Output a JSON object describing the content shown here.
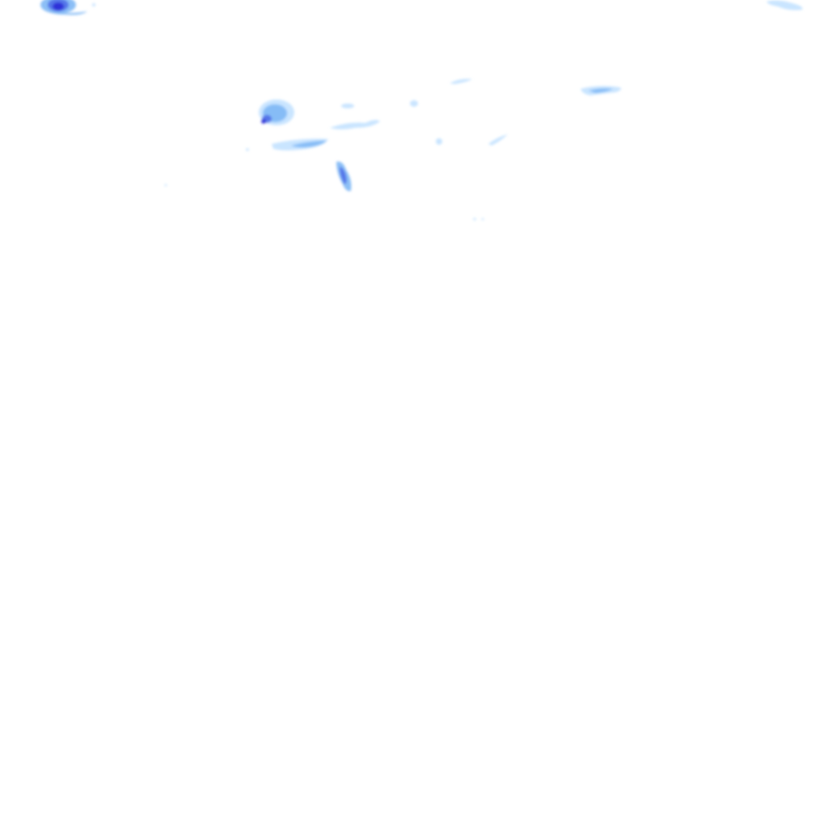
{
  "layer": {
    "kind": "precipitation-radar-overlay",
    "background": "#ffffff",
    "intensity_colors": {
      "light": "#bfe0ff",
      "moderate": "#7fb8f5",
      "heavy": "#4f6fe8",
      "intense": "#2a2ad6"
    }
  },
  "echoes": [
    {
      "name": "echo-cell-far-northwest",
      "intensity": "intense"
    },
    {
      "name": "echo-cell-far-northwest-tail",
      "intensity": "moderate"
    },
    {
      "name": "echo-cell-northeast-edge",
      "intensity": "light"
    },
    {
      "name": "echo-cell-west-core",
      "intensity": "heavy"
    },
    {
      "name": "echo-band-west-south",
      "intensity": "moderate"
    },
    {
      "name": "echo-band-central",
      "intensity": "light"
    },
    {
      "name": "echo-spot-central-north",
      "intensity": "light"
    },
    {
      "name": "echo-spot-center",
      "intensity": "light"
    },
    {
      "name": "echo-streak-north",
      "intensity": "light"
    },
    {
      "name": "echo-band-east",
      "intensity": "moderate"
    },
    {
      "name": "echo-streak-east-south",
      "intensity": "light"
    },
    {
      "name": "echo-spot-center-south",
      "intensity": "light"
    },
    {
      "name": "echo-cell-south-finger",
      "intensity": "heavy"
    },
    {
      "name": "echo-speck-west",
      "intensity": "light"
    },
    {
      "name": "echo-speck-south",
      "intensity": "light"
    }
  ]
}
